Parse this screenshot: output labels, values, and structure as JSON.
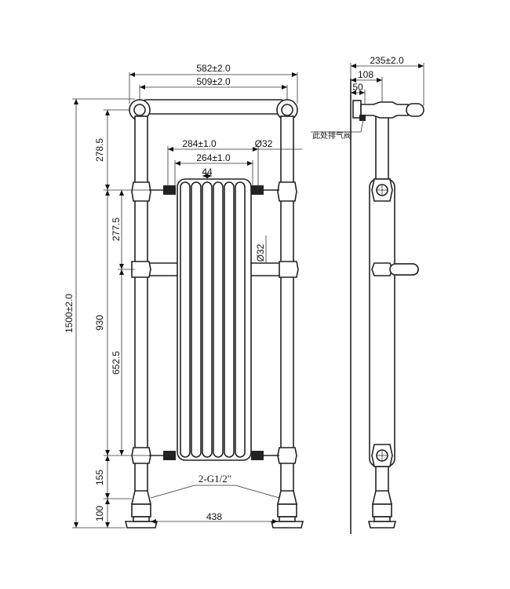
{
  "front_view": {
    "dims": {
      "overall_width": "582±2.0",
      "rail_width": "509±2.0",
      "column_outer": "284±1.0",
      "column_inner": "264±1.0",
      "section_pitch": "44",
      "pipe_dia_top": "Ø32",
      "pipe_dia_mid": "Ø32",
      "base_width": "438",
      "total_height": "1500±2.0",
      "top_segment": "278.5",
      "mid_segment": "277.5",
      "col_height": "930",
      "lower_segment": "652.5",
      "bottom_conn": "155",
      "foot_height": "100"
    },
    "connection_note": "2-G1/2″",
    "radiator_columns": 6
  },
  "side_view": {
    "dims": {
      "depth_total": "235±2.0",
      "depth_wall": "108",
      "depth_bracket": "50"
    },
    "vent_note": "此处排气阀"
  }
}
